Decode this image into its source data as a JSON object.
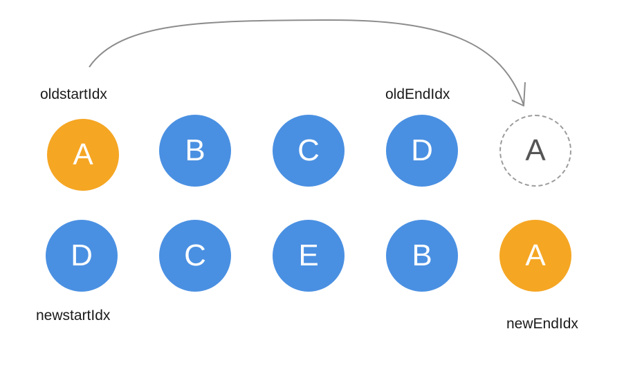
{
  "labels": {
    "old_start": "oldstartIdx",
    "old_end": "oldEndIdx",
    "new_start": "newstartIdx",
    "new_end": "newEndIdx"
  },
  "old_nodes": [
    "A",
    "B",
    "C",
    "D"
  ],
  "moved_node": "A",
  "new_nodes": [
    "D",
    "C",
    "E",
    "B",
    "A"
  ],
  "colors": {
    "blue": "#4a90e2",
    "orange": "#f5a623",
    "arrow": "#8c8c8c",
    "ghost_border": "#9b9b9b"
  }
}
